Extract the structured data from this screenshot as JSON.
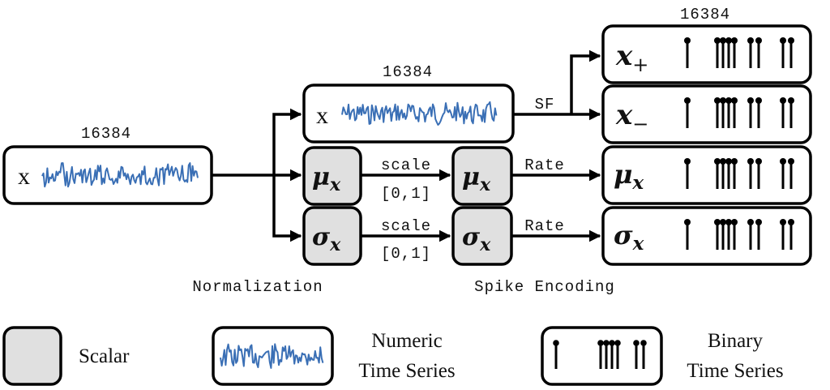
{
  "diagram": {
    "input": {
      "length": "16384",
      "symbol": "x"
    },
    "normalized": {
      "length": "16384",
      "symbol": "x",
      "mean": "μ",
      "std": "σ",
      "subscript": "x"
    },
    "scale_op": {
      "top": "scale",
      "bottom": "[0,1]"
    },
    "sf_label": "SF",
    "rate_label": "Rate",
    "stage_labels": {
      "normalization": "Normalization",
      "spike_encoding": "Spike Encoding"
    },
    "outputs": {
      "length": "16384",
      "x_plus": {
        "symbol": "x",
        "sub": "+"
      },
      "x_minus": {
        "symbol": "x",
        "sub": "−"
      },
      "mu": {
        "symbol": "μ",
        "sub": "x"
      },
      "sigma": {
        "symbol": "σ",
        "sub": "x"
      }
    }
  },
  "legend": {
    "scalar": "Scalar",
    "numeric_line1": "Numeric",
    "numeric_line2": "Time Series",
    "binary_line1": "Binary",
    "binary_line2": "Time Series"
  },
  "colors": {
    "wave": "#3a6fb5",
    "scalar_fill": "#e0e0e0",
    "stroke": "#000000"
  }
}
